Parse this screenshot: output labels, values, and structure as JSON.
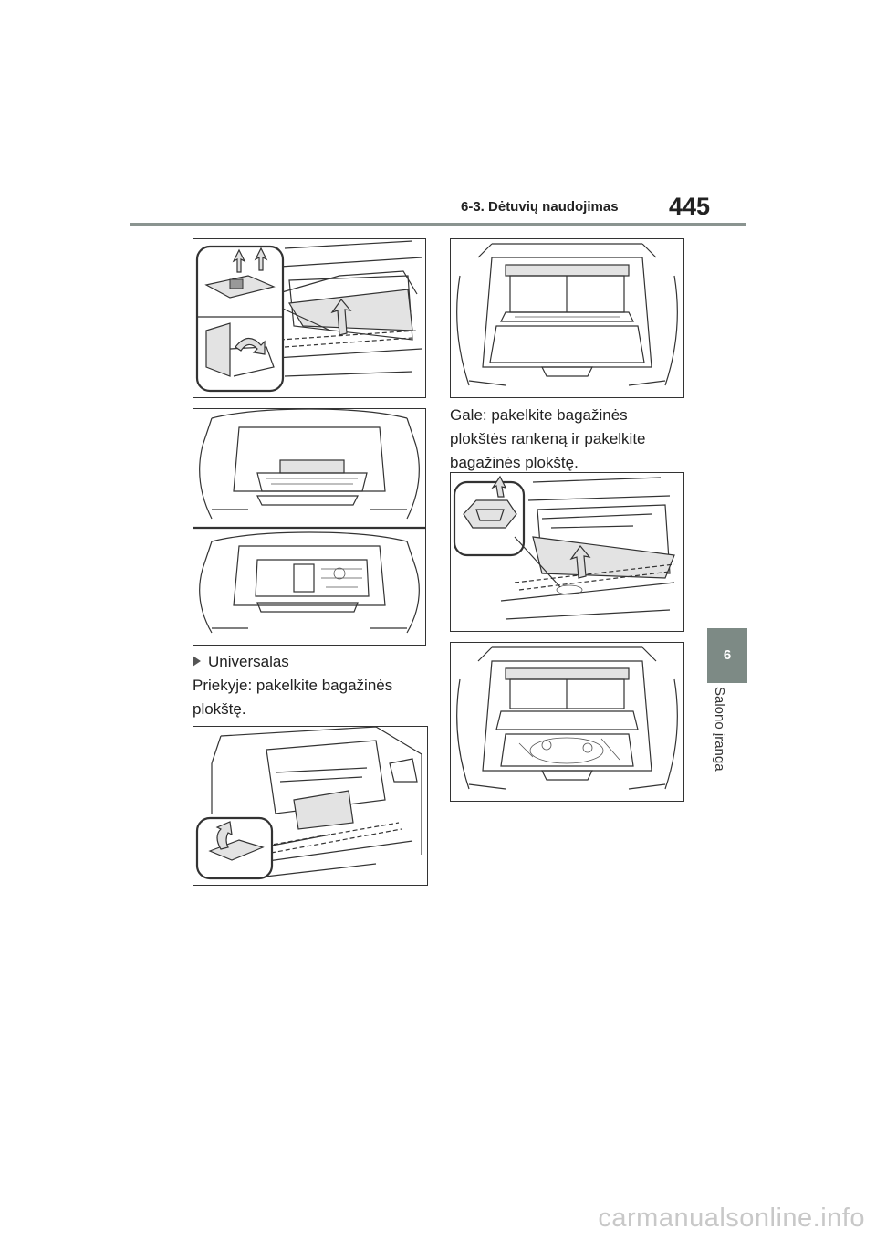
{
  "header": {
    "section_title": "6-3. Dėtuvių naudojimas",
    "page_number": "445"
  },
  "side_tab": {
    "chapter_number": "6",
    "chapter_title": "Salono įranga"
  },
  "content": {
    "heading_universal": "Universalas",
    "front_instruction": "Priekyje: pakelkite bagažinės plokštę.",
    "rear_instruction": "Gale: pakelkite bagažinės plokštės rankeną ir pakelkite bagažinės plokštę."
  },
  "watermark": "carmanualsonline.info",
  "figures": [
    {
      "name": "hatchback-deck-board-lift-illustration"
    },
    {
      "name": "hatchback-underfloor-storage-illustration"
    },
    {
      "name": "wagon-front-deck-board-lift-illustration"
    },
    {
      "name": "wagon-cargo-area-rear-view-illustration"
    },
    {
      "name": "wagon-rear-deck-board-handle-illustration"
    },
    {
      "name": "wagon-underfloor-storage-illustration"
    }
  ]
}
